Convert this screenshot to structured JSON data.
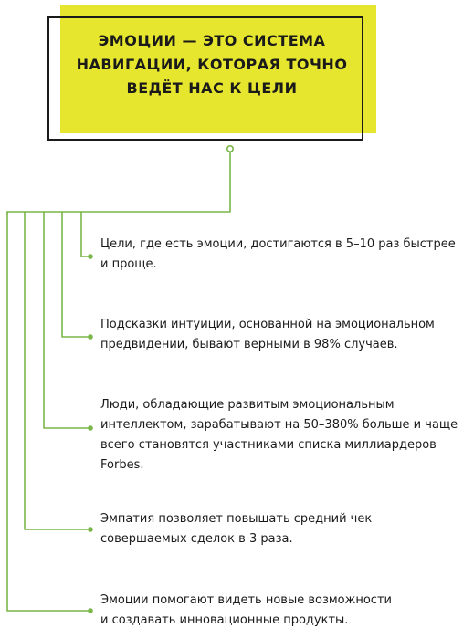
{
  "headline": {
    "line1": "ЭМОЦИИ — ЭТО СИСТЕМА",
    "line2": "НАВИГАЦИИ, КОТОРАЯ ТОЧНО",
    "line3": "ВЕДЁТ НАС К ЦЕЛИ"
  },
  "facts": [
    {
      "line1": "Цели, где есть эмоции, достигаются в 5–10 раз быстрее",
      "line2": "и проще."
    },
    {
      "line1": "Подсказки интуиции, основанной на эмоциональном",
      "line2": "предвидении, бывают верными в 98% случаев."
    },
    {
      "line1": "Люди, обладающие развитым эмоциональным",
      "line2": "интеллектом, зарабатывают на 50–380% больше и чаще",
      "line3": "всего становятся участниками списка миллиардеров",
      "line4": "Forbes."
    },
    {
      "line1": "Эмпатия позволяет повышать средний чек",
      "line2": "совершаемых сделок в 3 раза."
    },
    {
      "line1": "Эмоции помогают видеть новые возможности",
      "line2": "и создавать инновационные продукты."
    }
  ],
  "colors": {
    "accent_yellow": "#e6e62e",
    "connector_green": "#7ab648",
    "frame_dark": "#1a1a1a"
  }
}
